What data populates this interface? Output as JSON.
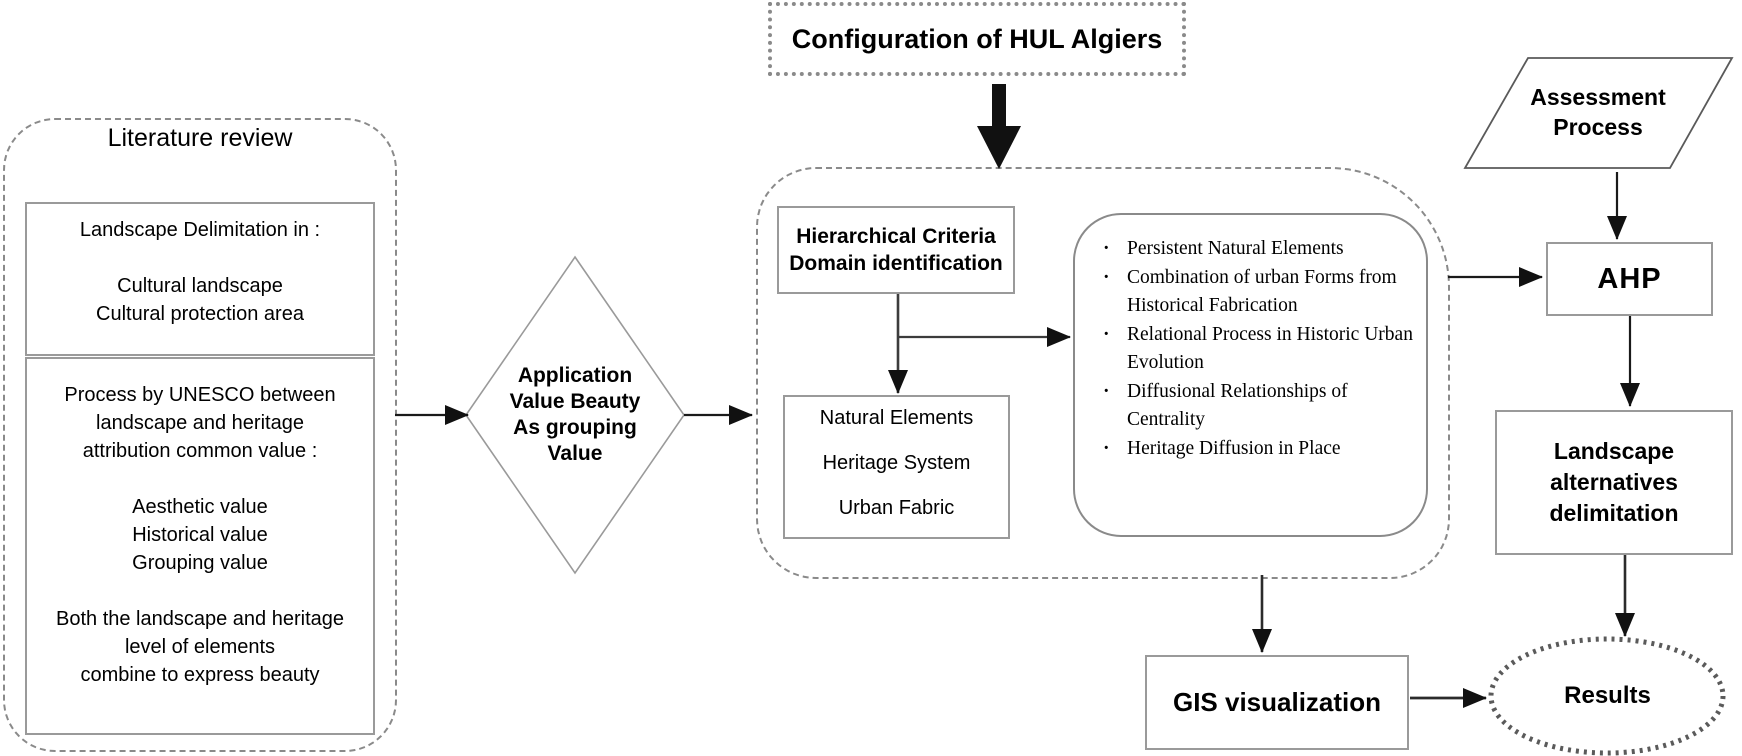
{
  "literature": {
    "title": "Literature review",
    "box1": "Landscape Delimitation in :\n\nCultural landscape\nCultural protection area",
    "box2": "Process by UNESCO between\nlandscape and heritage\nattribution common value :\n\nAesthetic value\nHistorical value\nGrouping value\n\nBoth the landscape and heritage\nlevel of elements\ncombine to express beauty"
  },
  "decision_diamond": {
    "label": "Application\nValue Beauty\nAs grouping\nValue"
  },
  "configuration": {
    "title": "Configuration of HUL Algiers"
  },
  "hul_container": {
    "criteria_box": "Hierarchical Criteria\nDomain identification",
    "domains_box": "Natural Elements\n\nHeritage System\n\nUrban Fabric",
    "criteria_list": {
      "items": [
        "Persistent Natural Elements",
        "Combination of urban Forms from Historical Fabrication",
        "Relational Process in Historic Urban Evolution",
        "Diffusional Relationships of Centrality",
        "Heritage Diffusion in Place"
      ]
    }
  },
  "assessment": {
    "label": "Assessment\nProcess"
  },
  "ahp": {
    "label": "AHP"
  },
  "landscape_alternatives": {
    "label": "Landscape\nalternatives\ndelimitation"
  },
  "gis": {
    "label": "GIS visualization"
  },
  "results": {
    "label": "Results"
  },
  "colors": {
    "box_border": "#9a9a9a",
    "dashed_border": "#8a8a8a",
    "arrow": "#1a1a1a",
    "text": "#000000"
  }
}
